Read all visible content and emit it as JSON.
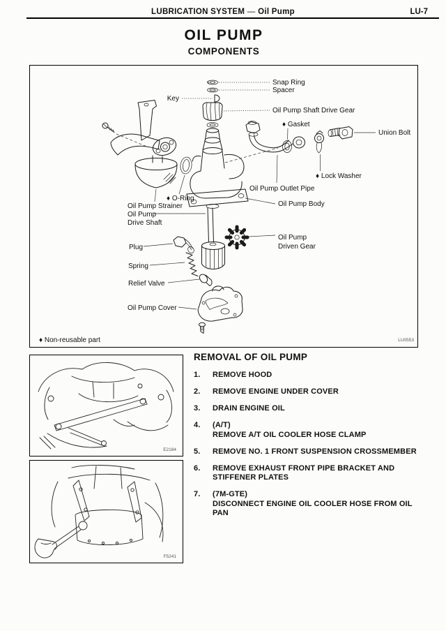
{
  "colors": {
    "ink": "#111111",
    "paper": "#fcfcfa"
  },
  "header": {
    "system": "LUBRICATION SYSTEM",
    "separator": "—",
    "topic": "Oil Pump",
    "page_code": "LU-7"
  },
  "title": "OIL PUMP",
  "section_heading": "COMPONENTS",
  "components_diagram": {
    "labels": {
      "snap_ring": "Snap Ring",
      "spacer": "Spacer",
      "key": "Key",
      "shaft_drive_gear": "Oil Pump Shaft Drive Gear",
      "gasket": "♦ Gasket",
      "union_bolt": "Union Bolt",
      "lock_washer": "♦ Lock Washer",
      "outlet_pipe": "Oil Pump Outlet Pipe",
      "body": "Oil Pump Body",
      "o_ring": "♦ O-Ring",
      "strainer": "Oil Pump Strainer",
      "drive_shaft_line1": "Oil Pump",
      "drive_shaft_line2": "Drive Shaft",
      "driven_gear_line1": "Oil Pump",
      "driven_gear_line2": "Driven Gear",
      "plug": "Plug",
      "spring": "Spring",
      "relief_valve": "Relief Valve",
      "cover": "Oil Pump Cover"
    },
    "footnote": "♦ Non-reusable part",
    "figure_code": "LU0553"
  },
  "figures": {
    "crossmember": {
      "code": "E2184"
    },
    "stiffener": {
      "code": "F5241"
    }
  },
  "removal": {
    "heading": "REMOVAL OF OIL PUMP",
    "steps": [
      {
        "num": "1.",
        "lines": [
          "REMOVE HOOD"
        ]
      },
      {
        "num": "2.",
        "lines": [
          "REMOVE ENGINE UNDER COVER"
        ]
      },
      {
        "num": "3.",
        "lines": [
          "DRAIN ENGINE OIL"
        ]
      },
      {
        "num": "4.",
        "lines": [
          "(A/T)",
          "REMOVE A/T OIL COOLER HOSE CLAMP"
        ]
      },
      {
        "num": "5.",
        "lines": [
          "REMOVE NO. 1 FRONT SUSPENSION CROSSMEMBER"
        ]
      },
      {
        "num": "6.",
        "lines": [
          "REMOVE EXHAUST FRONT PIPE BRACKET AND",
          "STIFFENER PLATES"
        ]
      },
      {
        "num": "7.",
        "lines": [
          "(7M-GTE)",
          "DISCONNECT ENGINE OIL COOLER HOSE FROM OIL PAN"
        ]
      }
    ]
  }
}
